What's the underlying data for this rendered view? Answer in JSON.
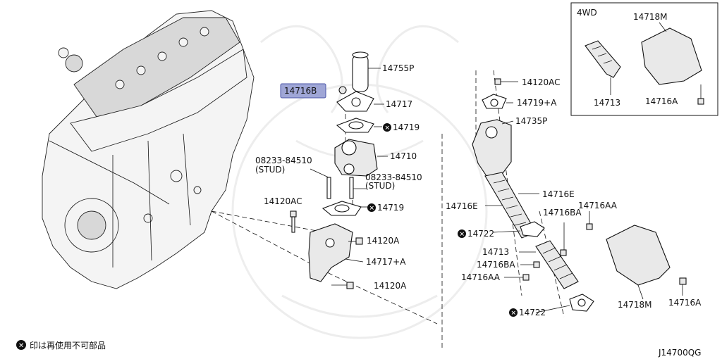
{
  "labels": {
    "p14755P": "14755P",
    "p14716B": "14716B",
    "p14717": "14717",
    "p14719_top": "14719",
    "p14710": "14710",
    "stud_left_num": "08233-84510",
    "stud_left_txt": "(STUD)",
    "stud_right_num": "08233-84510",
    "stud_right_txt": "(STUD)",
    "p14719_mid": "14719",
    "p14120AC_left": "14120AC",
    "p14120A_mid": "14120A",
    "p14717A": "14717+A",
    "p14120A_low": "14120A",
    "p14120AC_right": "14120AC",
    "p14719A": "14719+A",
    "p14735P": "14735P",
    "p14716E_right": "14716E",
    "p14716E_left": "14716E",
    "p14716AA_top": "14716AA",
    "p14716BA_top": "14716BA",
    "p14722_top": "14722",
    "p14713": "14713",
    "p14716BA_low": "14716BA",
    "p14716AA_low": "14716AA",
    "p14722_low": "14722",
    "p14718M": "14718M",
    "p14716A": "14716A",
    "inset_title": "4WD",
    "inset_14718M": "14718M",
    "inset_14713": "14713",
    "inset_14716A": "14716A"
  },
  "legend_text": "印は再使用不可部品",
  "diagram_code": "J14700QG"
}
